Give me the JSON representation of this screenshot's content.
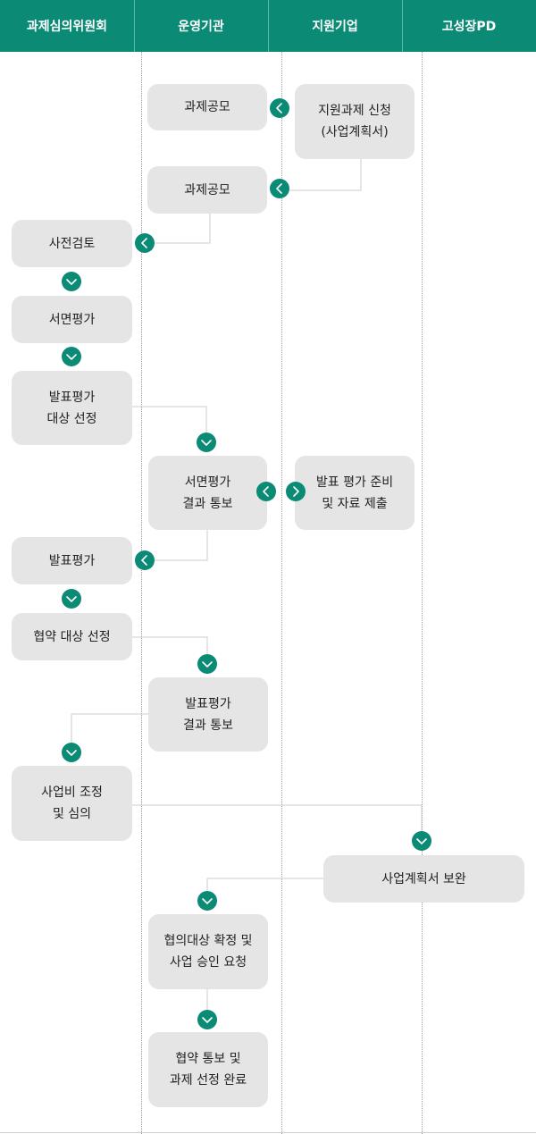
{
  "lanes": [
    "과제심의위원회",
    "운영기관",
    "지원기업",
    "고성장PD"
  ],
  "steps": {
    "s1": "과제공모",
    "s2": "지원과제 신청\n(사업계획서)",
    "s3": "과제공모",
    "s4": "사전검토",
    "s5": "서면평가",
    "s6": "발표평가\n대상 선정",
    "s7": "서면평가\n결과 통보",
    "s8": "발표 평가 준비\n및 자료 제출",
    "s9": "발표평가",
    "s10": "협약 대상 선정",
    "s11": "발표평가\n결과 통보",
    "s12": "사업비 조정\n및 심의",
    "s13": "사업계획서 보완",
    "s14": "협의대상 확정 및\n사업 승인 요청",
    "s15": "협약 통보 및\n과제 선정 완료"
  },
  "colors": {
    "accent": "#0b8a75",
    "box": "#e5e5e5",
    "connector": "#cccccc",
    "header_text": "#ffffff"
  },
  "icons": {
    "left": "chevron-left-icon",
    "right": "chevron-right-icon",
    "down": "chevron-down-icon"
  }
}
